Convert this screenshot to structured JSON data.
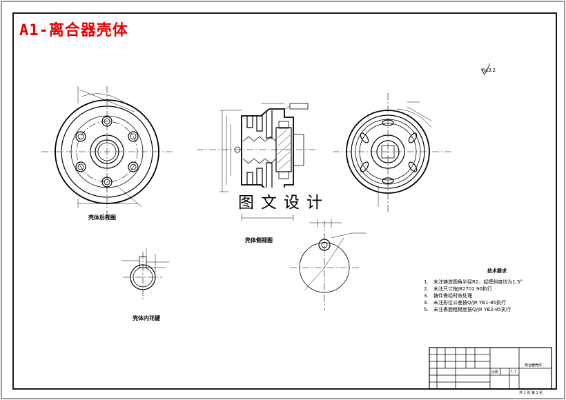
{
  "drawing_title": "A1-离合器壳体",
  "watermark": "图文设计",
  "views": {
    "rear_view": "壳体后视图",
    "side_view": "壳体侧视图",
    "spline_view": "壳体内花键"
  },
  "surface_mark": "Ra3.2",
  "notes": {
    "title": "技术要求",
    "items": [
      {
        "n": "1.",
        "text": "未注铸造圆角半径R2，起模斜度均为1.5°"
      },
      {
        "n": "2.",
        "text": "未注尺寸按JB2702.90执行"
      },
      {
        "n": "3.",
        "text": "铸件需经时效处理"
      },
      {
        "n": "4.",
        "text": "未注形位公差按Q/JR YB1-85执行"
      },
      {
        "n": "5.",
        "text": "未注表面粗糙度按Q/JR YB2-85执行"
      }
    ]
  },
  "title_block": {
    "part_name": "离合器壳体",
    "scale_label": "比例",
    "scale_value": "1:1",
    "sheet_info": "共 1 张  第 1 张"
  }
}
